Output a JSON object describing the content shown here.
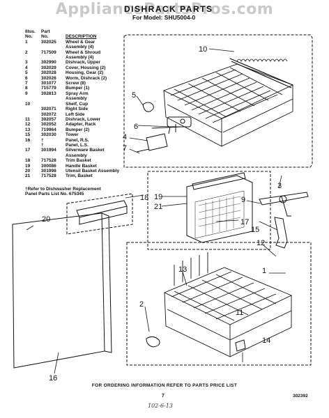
{
  "watermark": "AppliancePartsPros.com",
  "header": {
    "title": "DISHRACK PARTS",
    "model": "For Model: SHU5004-0"
  },
  "table": {
    "headers": {
      "illus": "Illus.",
      "no": "No.",
      "part": "Part",
      "part_no": "No.",
      "description": "DESCRIPTION"
    },
    "rows": [
      {
        "illus": "1",
        "part": "302025",
        "desc": "Wheel & Gear"
      },
      {
        "illus": "",
        "part": "",
        "desc": "Assembly (4)"
      },
      {
        "illus": "2",
        "part": "717509",
        "desc": "Wheel & Shroud"
      },
      {
        "illus": "",
        "part": "",
        "desc": "Assembly (4)"
      },
      {
        "illus": "3",
        "part": "302990",
        "desc": "Dishrack, Upper"
      },
      {
        "illus": "4",
        "part": "302029",
        "desc": "Cover, Housing (2)"
      },
      {
        "illus": "5",
        "part": "302028",
        "desc": "Housing, Gear (2)"
      },
      {
        "illus": "6",
        "part": "302026",
        "desc": "Worm, Dishrack (2)"
      },
      {
        "illus": "7",
        "part": "301077",
        "desc": "Screw (8)"
      },
      {
        "illus": "8",
        "part": "715779",
        "desc": "Bumper (1)"
      },
      {
        "illus": "9",
        "part": "302813",
        "desc": "Spray Arm"
      },
      {
        "illus": "",
        "part": "",
        "desc": "Assembly"
      },
      {
        "illus": "10",
        "part": "",
        "desc": "Shelf, Cup"
      },
      {
        "illus": "",
        "part": "302071",
        "desc": "Right Side"
      },
      {
        "illus": "",
        "part": "302072",
        "desc": "Left Side"
      },
      {
        "illus": "11",
        "part": "302057",
        "desc": "Dishrack, Lower"
      },
      {
        "illus": "12",
        "part": "302052",
        "desc": "Adapter, Rack"
      },
      {
        "illus": "13",
        "part": "719964",
        "desc": "Bumper (2)"
      },
      {
        "illus": "15",
        "part": "302030",
        "desc": "Tower"
      },
      {
        "illus": "16",
        "part": "†",
        "desc": "Panel, R.S."
      },
      {
        "illus": "",
        "part": "†",
        "desc": "Panel, L.S."
      },
      {
        "illus": "17",
        "part": "301994",
        "desc": "Silverware Basket"
      },
      {
        "illus": "",
        "part": "",
        "desc": "Assembly"
      },
      {
        "illus": "18",
        "part": "717528",
        "desc": "Trim Basket"
      },
      {
        "illus": "19",
        "part": "300086",
        "desc": "Handle Basket"
      },
      {
        "illus": "20",
        "part": "301998",
        "desc": "Utensil Basket Assembly"
      },
      {
        "illus": "21",
        "part": "717528",
        "desc": "Trim, Basket"
      }
    ]
  },
  "refer_note": {
    "line1": "†Refer to Dishwasher Replacement",
    "line2": "Panel Parts List No. 675345"
  },
  "callouts": {
    "c1": "1",
    "c2": "2",
    "c3": "3",
    "c4": "4",
    "c5": "5",
    "c6": "6",
    "c7": "7",
    "c9": "9",
    "c10": "10",
    "c11": "11",
    "c12": "12",
    "c13": "13",
    "c14": "14",
    "c15": "15",
    "c16": "16",
    "c17": "17",
    "c18": "18",
    "c19": "19",
    "c20": "20",
    "c21": "21"
  },
  "footer": {
    "ordering": "FOR ORDERING INFORMATION REFER TO PARTS PRICE LIST",
    "page": "7",
    "doc_number": "302392",
    "handwritten": "102-6-13"
  }
}
